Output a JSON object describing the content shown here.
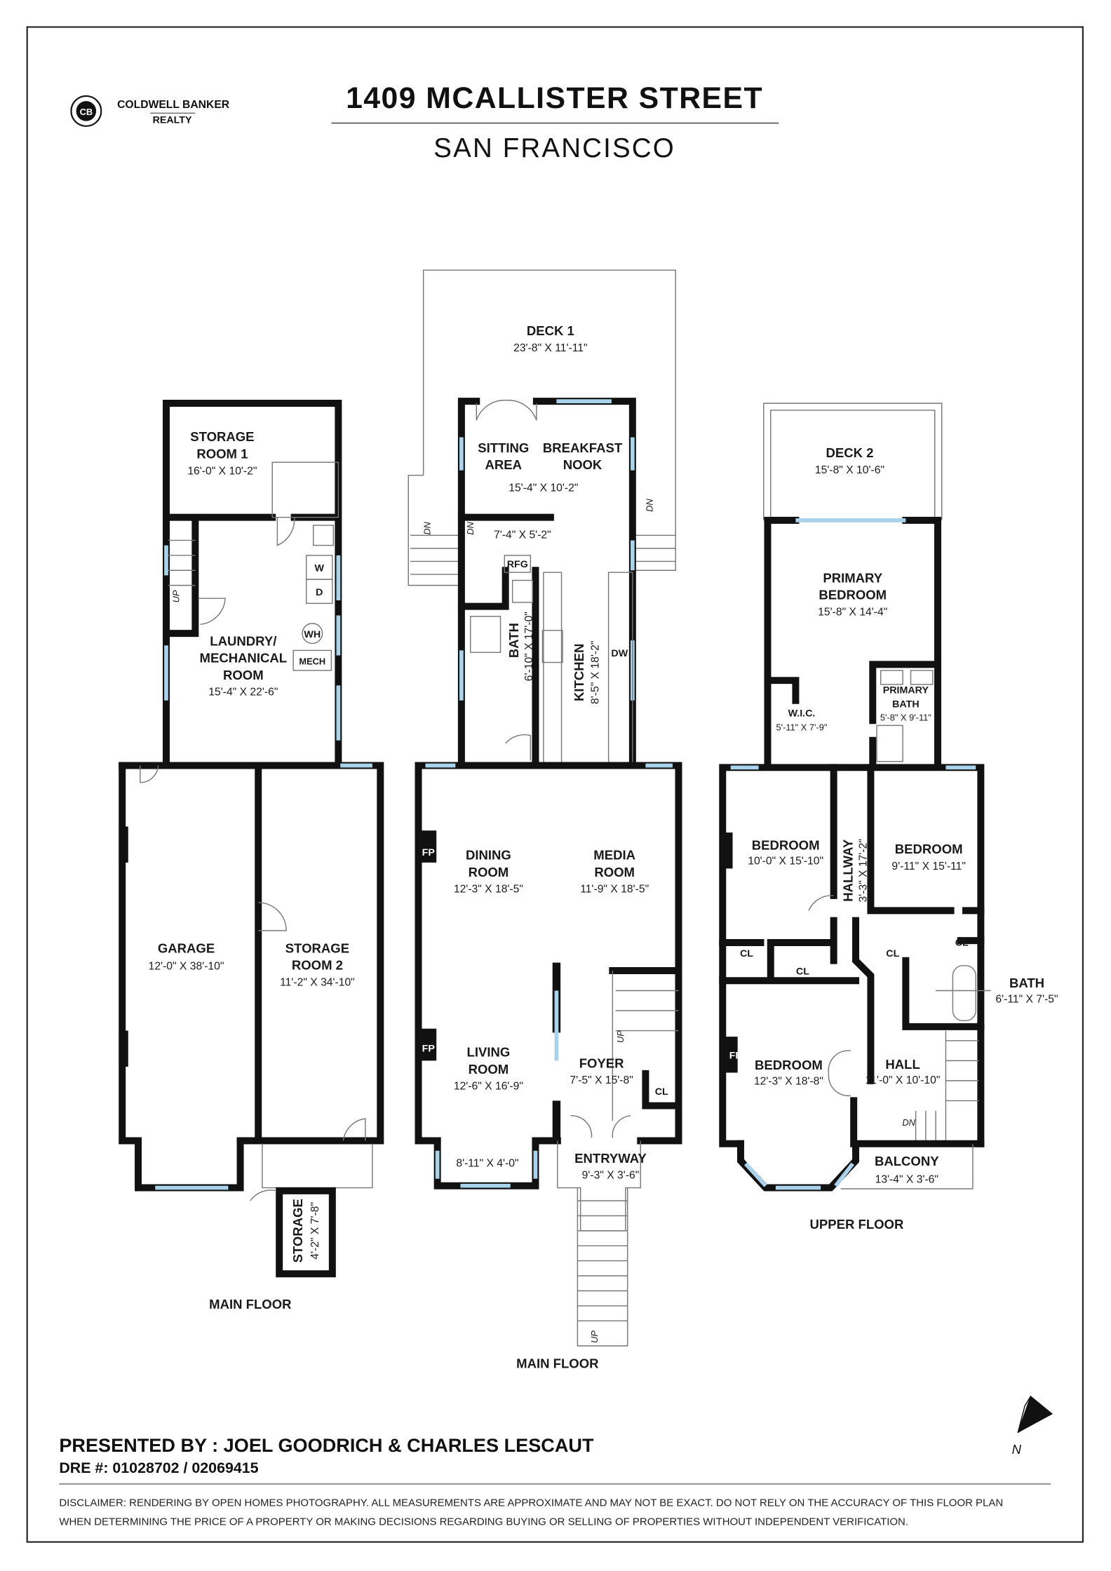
{
  "header": {
    "brand_line1": "COLDWELL BANKER",
    "brand_line2": "REALTY",
    "logo_monogram": "CB",
    "title": "1409 MCALLISTER STREET",
    "subtitle": "SAN FRANCISCO"
  },
  "rooms": {
    "storage1": {
      "name": [
        "STORAGE",
        "ROOM 1"
      ],
      "dims": "16'-0\" X 10'-2\""
    },
    "laundry": {
      "name": [
        "LAUNDRY/",
        "MECHANICAL",
        "ROOM"
      ],
      "dims": "15'-4\" X 22'-6\""
    },
    "garage": {
      "name": [
        "GARAGE"
      ],
      "dims": "12'-0\" X 38'-10\""
    },
    "storage2": {
      "name": [
        "STORAGE",
        "ROOM 2"
      ],
      "dims": "11'-2\" X 34'-10\""
    },
    "storage3": {
      "name": [
        "STORAGE"
      ],
      "dims": "4'-2\" X 7'-8\""
    },
    "deck1": {
      "name": [
        "DECK 1"
      ],
      "dims": "23'-8\" X 11'-11\""
    },
    "sitting": {
      "name": [
        "SITTING",
        "AREA"
      ]
    },
    "breakfast": {
      "name": [
        "BREAKFAST",
        "NOOK"
      ],
      "dims": "15'-4\" X 10'-2\""
    },
    "landing": {
      "dims": "7'-4\" X 5'-2\""
    },
    "bath_main": {
      "name": [
        "BATH"
      ],
      "dims": "6'-10\" X 17'-0\""
    },
    "kitchen": {
      "name": [
        "KITCHEN"
      ],
      "dims": "8'-5\" X 18'-2\""
    },
    "dining": {
      "name": [
        "DINING",
        "ROOM"
      ],
      "dims": "12'-3\" X 18'-5\""
    },
    "media": {
      "name": [
        "MEDIA",
        "ROOM"
      ],
      "dims": "11'-9\" X 18'-5\""
    },
    "living": {
      "name": [
        "LIVING",
        "ROOM"
      ],
      "dims": "12'-6\" X 16'-9\""
    },
    "foyer": {
      "name": [
        "FOYER"
      ],
      "dims": "7'-5\" X 15'-8\""
    },
    "bay": {
      "dims": "8'-11\" X 4'-0\""
    },
    "entryway": {
      "name": [
        "ENTRYWAY"
      ],
      "dims": "9'-3\" X 3'-6\""
    },
    "deck2": {
      "name": [
        "DECK 2"
      ],
      "dims": "15'-8\" X 10'-6\""
    },
    "primary_bedroom": {
      "name": [
        "PRIMARY",
        "BEDROOM"
      ],
      "dims": "15'-8\" X 14'-4\""
    },
    "primary_bath": {
      "name": [
        "PRIMARY",
        "BATH"
      ],
      "dims": "5'-8\" X 9'-11\""
    },
    "wic": {
      "name": [
        "W.I.C."
      ],
      "dims": "5'-11\" X 7'-9\""
    },
    "bedroom_a": {
      "name": [
        "BEDROOM"
      ],
      "dims": "10'-0\" X 15'-10\""
    },
    "hallway": {
      "name": [
        "HALLWAY"
      ],
      "dims": "3'-3\" X 17'-2\""
    },
    "bedroom_b": {
      "name": [
        "BEDROOM"
      ],
      "dims": "9'-11\" X 15'-11\""
    },
    "bath_upper": {
      "name": [
        "BATH"
      ],
      "dims": "6'-11\" X 7'-5\""
    },
    "bedroom_c": {
      "name": [
        "BEDROOM"
      ],
      "dims": "12'-3\" X 18'-8\""
    },
    "hall": {
      "name": [
        "HALL"
      ],
      "dims": "11'-0\" X 10'-10\""
    },
    "balcony": {
      "name": [
        "BALCONY"
      ],
      "dims": "13'-4\" X 3'-6\""
    }
  },
  "fixtures": {
    "rfg": "RFG",
    "dw": "DW",
    "washer": "W",
    "dryer": "D",
    "water_heater": "WH",
    "mech": "MECH",
    "fireplace": "FP",
    "closet": "CL",
    "up": "UP",
    "down": "DN"
  },
  "floor_labels": {
    "lower": "MAIN FLOOR",
    "main": "MAIN FLOOR",
    "upper": "UPPER FLOOR"
  },
  "compass": {
    "label": "N"
  },
  "footer": {
    "presented_by": "PRESENTED BY : JOEL GOODRICH & CHARLES LESCAUT",
    "dre": "DRE #: 01028702 / 02069415",
    "disclaimer_line1": "DISCLAIMER: RENDERING BY OPEN HOMES PHOTOGRAPHY. ALL MEASUREMENTS ARE APPROXIMATE AND MAY NOT BE EXACT. DO NOT RELY ON THE ACCURACY OF THIS FLOOR PLAN",
    "disclaimer_line2": "WHEN DETERMINING THE PRICE OF A PROPERTY OR MAKING DECISIONS REGARDING BUYING OR SELLING OF PROPERTIES WITHOUT INDEPENDENT VERIFICATION."
  },
  "colors": {
    "wall": "#111111",
    "window": "#a9d3ea",
    "line": "#777777"
  }
}
